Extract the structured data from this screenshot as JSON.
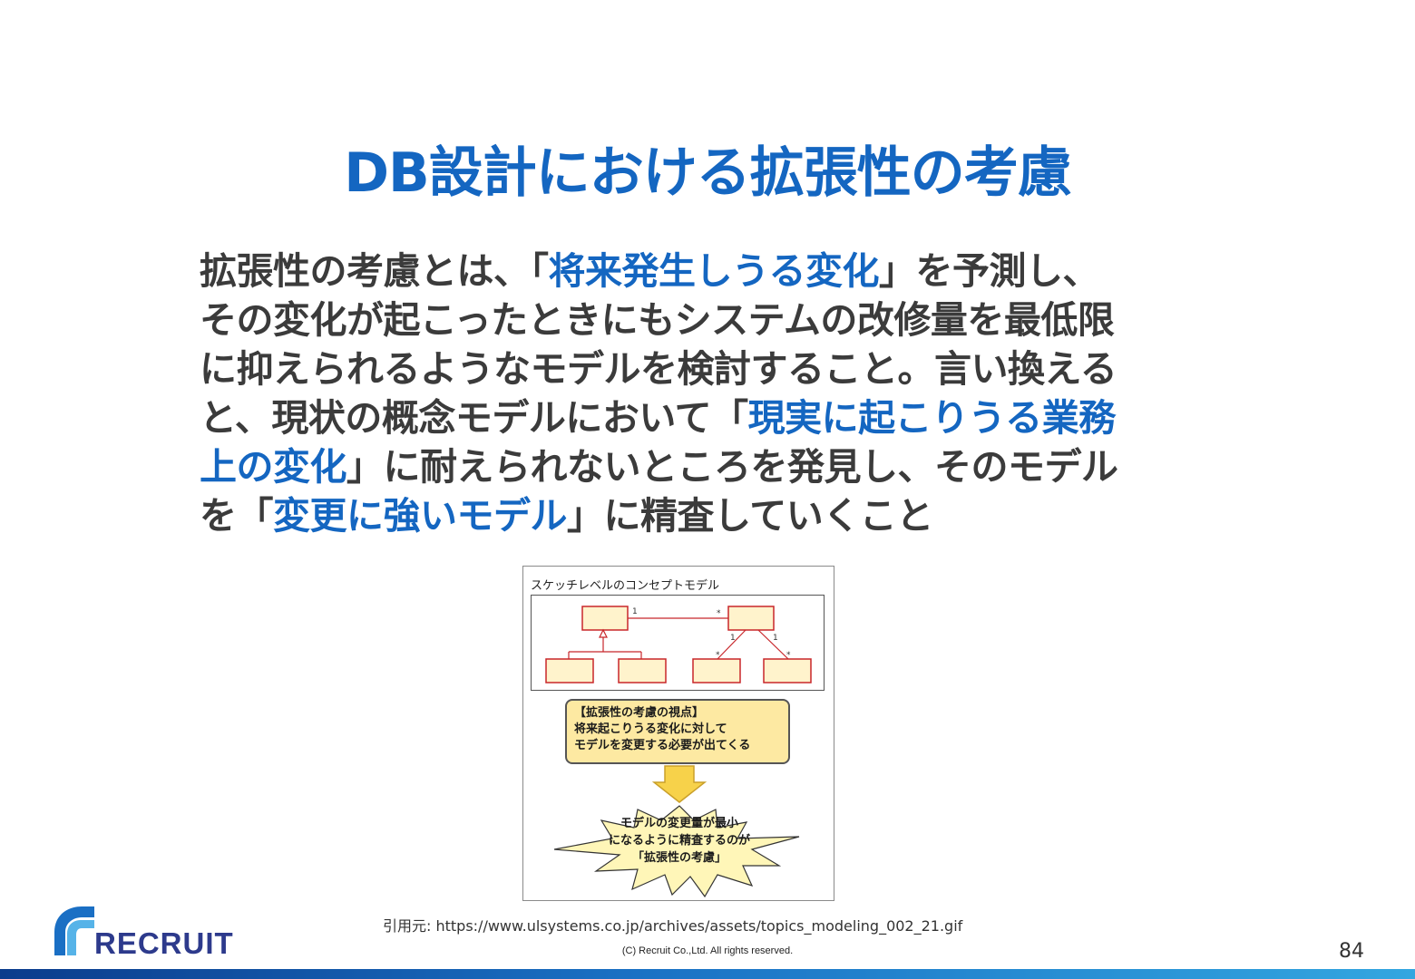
{
  "slide": {
    "title": "DB設計における拡張性の考慮",
    "body_lines": [
      [
        {
          "t": "拡張性の考慮とは、「",
          "hl": false
        },
        {
          "t": "将来発生しうる変化",
          "hl": true
        },
        {
          "t": "」を予測し、",
          "hl": false
        }
      ],
      [
        {
          "t": "その変化が起こったときにもシステムの改修量を最低限",
          "hl": false
        }
      ],
      [
        {
          "t": "に抑えられるようなモデルを検討すること。言い換える",
          "hl": false
        }
      ],
      [
        {
          "t": "と、現状の概念モデルにおいて「",
          "hl": false
        },
        {
          "t": "現実に起こりうる業務",
          "hl": true
        }
      ],
      [
        {
          "t": "上の変化",
          "hl": true
        },
        {
          "t": "」に耐えられないところを発見し、そのモデル",
          "hl": false
        }
      ],
      [
        {
          "t": "を「",
          "hl": false
        },
        {
          "t": "変更に強いモデル",
          "hl": true
        },
        {
          "t": "」に精査していくこと",
          "hl": false
        }
      ]
    ],
    "colors": {
      "accent": "#1466c1",
      "text": "#3b3b3b"
    }
  },
  "figure": {
    "title": "スケッチレベルのコンセプトモデル",
    "multiplicity": {
      "one": "1",
      "many": "*"
    },
    "callout_lines": [
      "【拡張性の考慮の視点】",
      "将来起こりうる変化に対して",
      "モデルを変更する必要が出てくる"
    ],
    "star_lines": [
      "モデルの変更量が最小",
      "になるように精査するのが",
      "「拡張性の考慮」"
    ]
  },
  "citation": "引用元: https://www.ulsystems.co.jp/archives/assets/topics_modeling_002_21.gif",
  "footer": {
    "logo_text": "RECRUIT",
    "copyright": "(C) Recruit Co.,Ltd. All rights reserved.",
    "page_number": "84"
  }
}
